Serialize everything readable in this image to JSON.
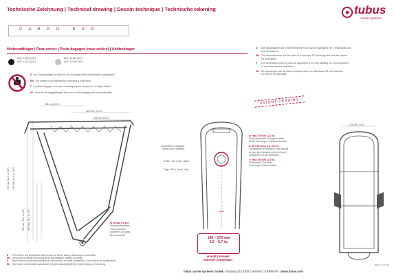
{
  "header": {
    "title": "Technische Zeichnung | Technical drawing | Dessin technique | Technische tekening",
    "logo_word": "tubus",
    "logo_sub": "carrier systems"
  },
  "product": {
    "name": "CARGO EVO"
  },
  "subtitle": "Hinterradträger | Rear carrier | Porte-bagages (roue arrière) | Achterdrager",
  "articles": [
    {
      "color": "#1a1a1a",
      "lines": [
        "ART. 11100 (28\")",
        "ART. 11101 (26\")"
      ]
    },
    {
      "color": "#c4c4c4",
      "lines": [
        "ART. 11150 (28\")",
        "ART. 12150 (26\")"
      ]
    }
  ],
  "child_warning": [
    {
      "code": "D",
      "text": "Der Gepäckträger ist nicht für die Montage eines Kindersitzes zugelassen!"
    },
    {
      "code": "EN",
      "text": "The carrier is not allowed for mounting a child seat!"
    },
    {
      "code": "F",
      "text": "Le porte-bagages n'est pas homologué pour supporter un siège enfant !"
    },
    {
      "code": "NL",
      "text": "Gebruik de bagagedrager niet voor de bevestiging van een kinderzitje!"
    }
  ],
  "dimensions_notes": [
    {
      "code": "D",
      "lines": [
        "Die Maßangaben zum Reifen beziehen sich auf ein gängiges 28\"-Trekkingrad und",
        "sind Richtwerte."
      ]
    },
    {
      "code": "EN",
      "lines": [
        "The dimensions for the tire refer to a common 28\" trekking bike and are values",
        "for orientation."
      ]
    },
    {
      "code": "F",
      "lines": [
        "Les dimensions pour le pneu se rapportent à un vélo trekking 28\" conventionnel",
        "et sont des valeurs standards."
      ]
    },
    {
      "code": "NL",
      "lines": [
        "De afmetingen van de band verwijzen naar een standaard 28 inch toerfiets",
        "en dienen ter oriëntatie."
      ]
    }
  ],
  "patent": "- PATENT-PENDING -",
  "side_dims": {
    "top1": "165 mm | 6.5 in.",
    "top2": "366 mm | 14.4 in.",
    "top3": "208 mm | 8.2 in.",
    "left1": "370 mm | 14.5 in. (28\")",
    "left2": "345 mm | 13.6 in. (26\")",
    "left3": "307 mm | 12.1 in. (28\")",
    "left4": "282 mm | 11.1 in. (26\")"
  },
  "tube": {
    "title": "Ø 10 mm | 0.4 in.",
    "lines": [
      "Rohrdurchmesser",
      "Tube diameter",
      "Diamètre du tuyau",
      "Buis diameter"
    ]
  },
  "labels": {
    "mudguard": [
      "Schutzblech | Mudguard",
      "Garde-boue | Spatbord"
    ],
    "tire": "Reifen | Tire | Pneu | Band",
    "rim": "Felge | Rim | Jante | Velg"
  },
  "specs": {
    "a_title": "a: max. 55 mm | 2.2 in.",
    "a_lines": [
      "Schutzblechbreite | Mudguard width",
      "Garde-boue largeur | Spatbord breedte"
    ],
    "b_title": "b: 50 / 80 mm | 2.0 / 3.1 in.",
    "b_lines": [
      "Lochabstand für Rücklicht | hole spacing",
      "for rear light | distance entre les trouer |",
      "Gatafstand voor het achterlicht"
    ],
    "c_title": "c: max. 50 mm | 2.0 in.",
    "c_lines": [
      "Reifenbreite | Tire width",
      "Pneu largeur | Band breedte"
    ]
  },
  "range": {
    "main": "140 – 170 mm",
    "sub": "5.5 – 6.7 in.",
    "allowed": [
      "erlaubt | allowed",
      "autorisé | toegestaan"
    ]
  },
  "front_dims": {
    "width": "114 mm | 4.5 in."
  },
  "footer_notes": [
    {
      "code": "D",
      "text": "Für Irrtümer und Druckfehler übernehmen wir keine Haftung. Änderungen vorbehalten."
    },
    {
      "code": "EN",
      "text": "We accept no liability for printing errors and mistakes. Subject to change."
    },
    {
      "code": "F",
      "text": "Nous déclinons toute responsabilité en cas d'erreurs et fautes d'impression. Sous réserve de modifications."
    },
    {
      "code": "NL",
      "text": "Voor fouten en drukfouten aanvaarden wij geen aansprakelijkheid. Onderhevig aan verandering."
    }
  ],
  "footer": {
    "company": "tubus carrier systems GmbH",
    "address": " | Vinkamp 24 | 48157 Münster | GERMANY | ",
    "web": "www.tubus.com",
    "rev": "REV 2.0 | 01.03"
  },
  "colors": {
    "brand": "#b3133b"
  }
}
